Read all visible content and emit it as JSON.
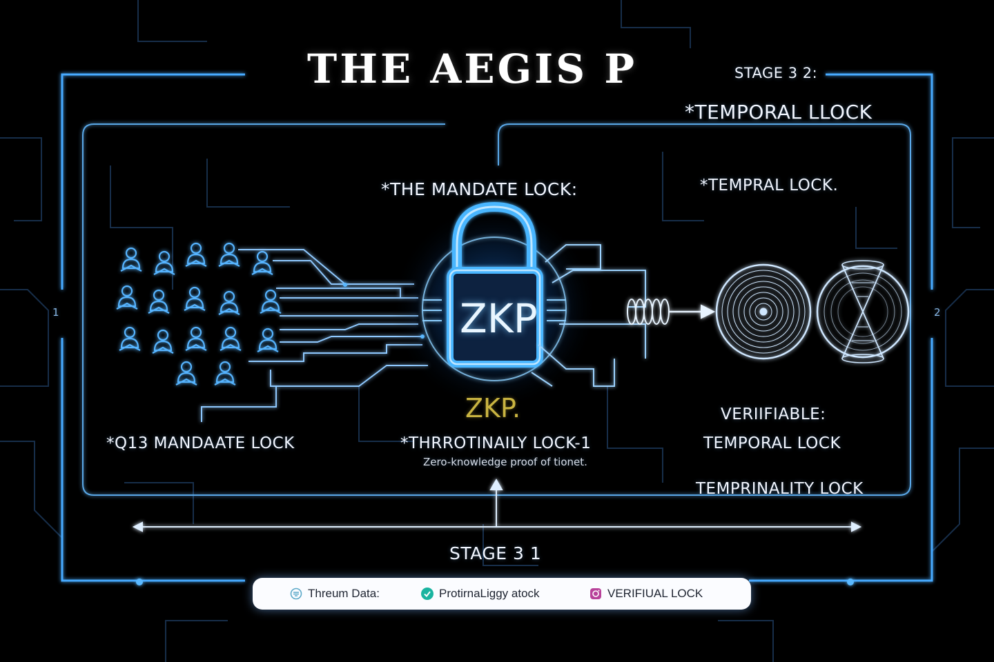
{
  "title": "THE AEGIS P",
  "stage_top": "STAGE 3 2:",
  "stage_bottom": "STAGE 3 1",
  "side_left": "1",
  "side_right": "2",
  "labels": {
    "temporal_llock": "*TEMPORAL LLOCK",
    "mandate_lock": "*THE MANDATE LOCK:",
    "tempral_lock": "*TEMPRAL LOCK.",
    "q13_mandate": "*Q13 MANDAATE LOCK",
    "throttle_lock": "*THRROTINAILY LOCK-1",
    "zkp_caption": "Zero-knowledge proof of tionet.",
    "zkp_gold": "ZKP.",
    "lock_text": "ZKP",
    "verifiable": "VERIIFIABLE:",
    "temporal_lock": "TEMPORAL LOCK",
    "temprinality_lock": "TEMPRINALITY LOCK"
  },
  "legend": {
    "items": [
      {
        "label": "Threum Data:",
        "icon": "data-icon",
        "color": "#5aa8c8"
      },
      {
        "label": "ProtirnaLiggy atock",
        "icon": "check-icon",
        "color": "#19b4a0"
      },
      {
        "label": "VERIFIUAL LOCK",
        "icon": "camera-icon",
        "color": "#b8429a"
      }
    ]
  },
  "colors": {
    "accent": "#3aa9ff",
    "glow": "#7cc8ff",
    "background": "#000000",
    "gold": "#c9b441"
  }
}
